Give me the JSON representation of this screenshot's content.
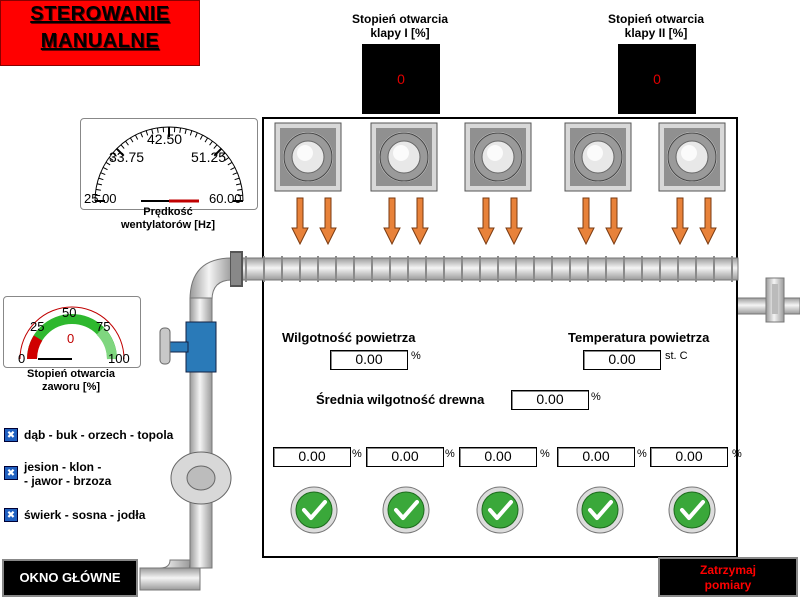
{
  "header": {
    "title_line1": "STEROWANIE",
    "title_line2": "MANUALNE"
  },
  "flaps": [
    {
      "label_line1": "Stopień otwarcia",
      "label_line2": "klapy I [%]",
      "value": "0"
    },
    {
      "label_line1": "Stopień otwarcia",
      "label_line2": "klapy II [%]",
      "value": "0"
    }
  ],
  "fan_gauge": {
    "ticks": [
      "25.00",
      "33.75",
      "42.50",
      "51.25",
      "60.00"
    ],
    "label_line1": "Prędkość",
    "label_line2": "wentylatorów [Hz]"
  },
  "valve_gauge": {
    "ticks": [
      "0",
      "25",
      "50",
      "75",
      "100"
    ],
    "value": "0",
    "label_line1": "Stopień otwarcia",
    "label_line2": "zaworu [%]"
  },
  "humidity": {
    "label": "Wilgotność powietrza",
    "value": "0.00",
    "unit": "%"
  },
  "temperature": {
    "label": "Temperatura powietrza",
    "value": "0.00",
    "unit": "st. C"
  },
  "avg_wood": {
    "label": "Średnia wilgotność drewna",
    "value": "0.00",
    "unit": "%"
  },
  "sensors": [
    {
      "value": "0.00",
      "unit": "%"
    },
    {
      "value": "0.00",
      "unit": "%"
    },
    {
      "value": "0.00",
      "unit": "%"
    },
    {
      "value": "0.00",
      "unit": "%"
    },
    {
      "value": "0.00",
      "unit": "%"
    }
  ],
  "wood_types": [
    {
      "line1": "dąb - buk - orzech - topola",
      "line2": ""
    },
    {
      "line1": "jesion - klon -",
      "line2": "- jawor - brzoza"
    },
    {
      "line1": "świerk - sosna - jodła",
      "line2": ""
    }
  ],
  "buttons": {
    "main_window": "OKNO GŁÓWNE",
    "stop_line1": "Zatrzymaj",
    "stop_line2": "pomiary"
  },
  "colors": {
    "title_bg": "#ff0000",
    "display_bg": "#000000",
    "display_text": "#e00000",
    "arrow": "#e8823a",
    "pipe": "#c8c8c8",
    "valve": "#2a7ab8",
    "check": "#3aa83a"
  }
}
